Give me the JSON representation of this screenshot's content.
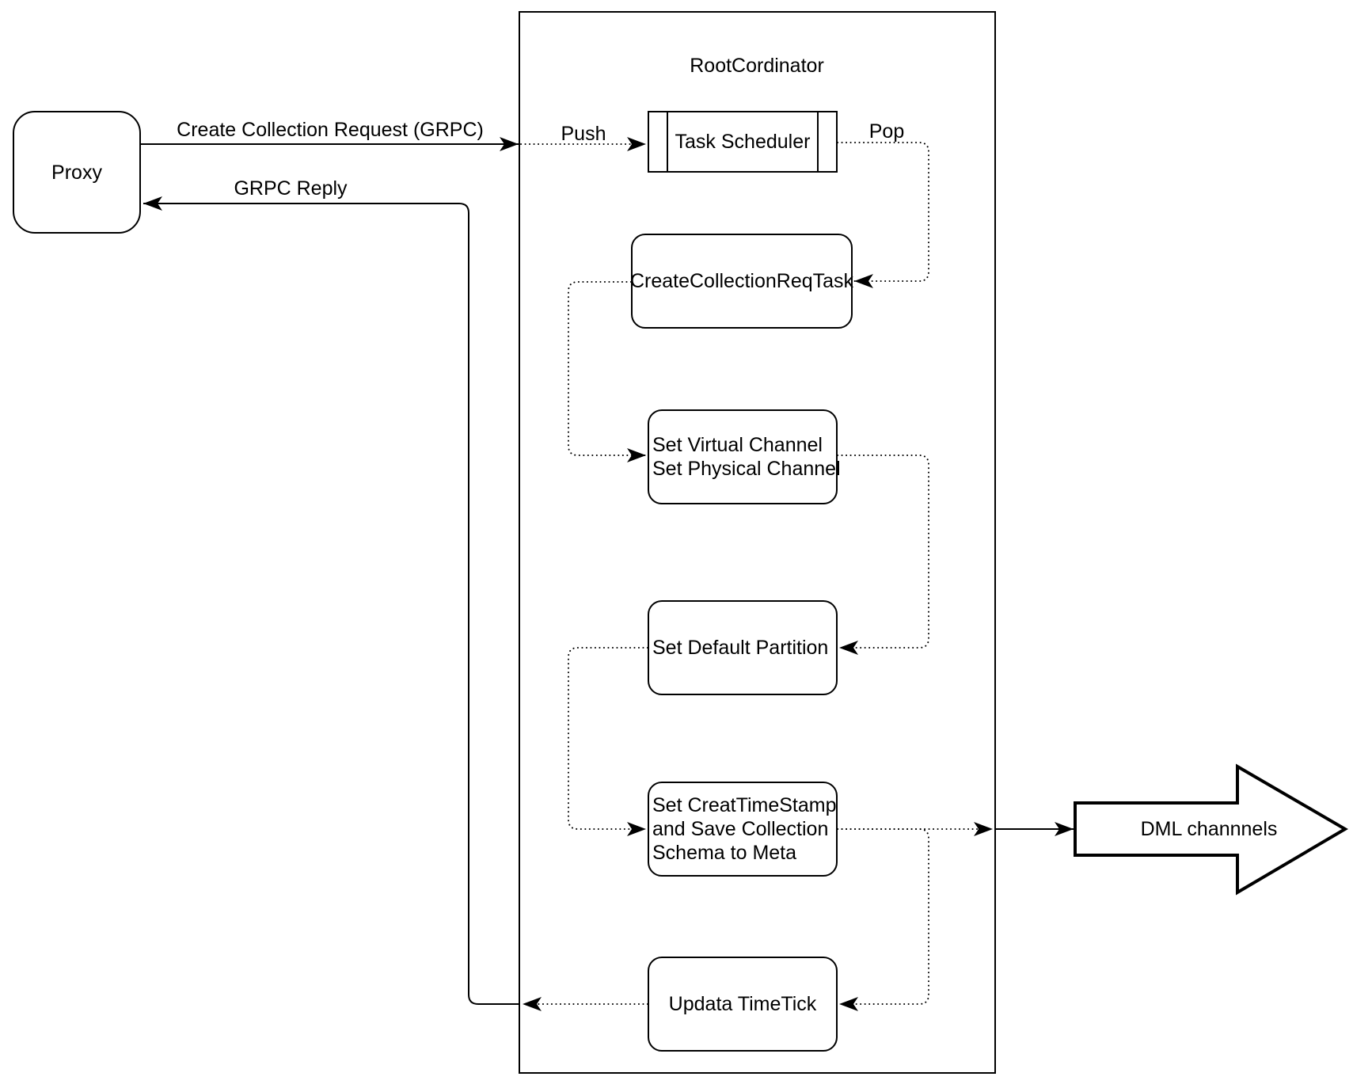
{
  "diagram": {
    "container_title": "RootCordinator",
    "proxy_label": "Proxy",
    "nodes": {
      "task_scheduler": "Task Scheduler",
      "create_collection_req_task": "CreateCollectionReqTask",
      "set_virtual_channel_lines": [
        "Set Virtual Channel",
        "Set Physical Channel"
      ],
      "set_default_partition": "Set Default Partition",
      "set_creat_timestamp_lines": [
        "Set CreatTimeStamp",
        "and Save Collection",
        "Schema to Meta"
      ],
      "updata_timetick": "Updata TimeTick"
    },
    "edge_labels": {
      "request": "Create Collection Request (GRPC)",
      "reply": "GRPC Reply",
      "push": "Push",
      "pop": "Pop"
    },
    "dml_channels": "DML channnels",
    "colors": {
      "stroke": "#000000",
      "background": "#ffffff"
    }
  }
}
